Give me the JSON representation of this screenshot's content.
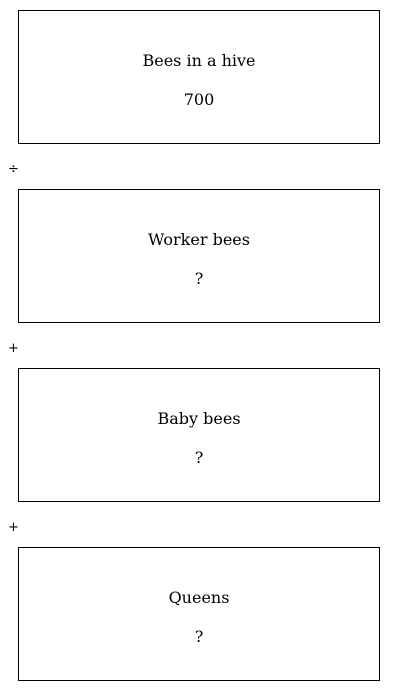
{
  "boxes": [
    {
      "label": "Bees in a hive",
      "value": "700"
    },
    {
      "label": "Worker bees",
      "value": "?"
    },
    {
      "label": "Baby bees",
      "value": "?"
    },
    {
      "label": "Queens",
      "value": "?"
    }
  ],
  "operators": [
    "÷",
    "+",
    "+"
  ]
}
